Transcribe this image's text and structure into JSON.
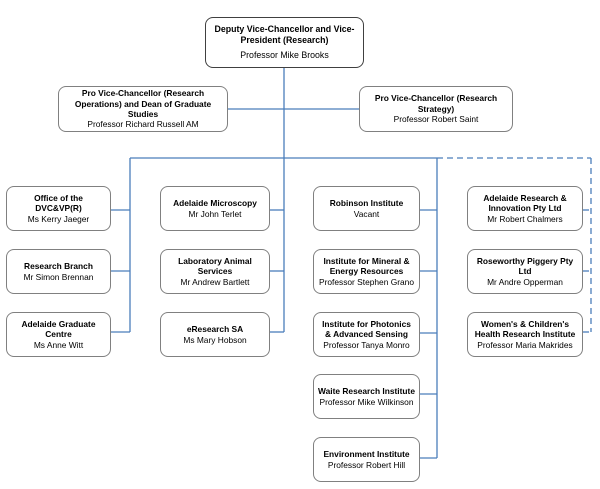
{
  "top": {
    "title": "Deputy Vice-Chancellor and Vice-President (Research)",
    "name": "Professor Mike Brooks"
  },
  "pvc_left": {
    "title": "Pro Vice-Chancellor (Research Operations) and Dean of Graduate Studies",
    "name": "Professor Richard Russell AM"
  },
  "pvc_right": {
    "title": "Pro Vice-Chancellor (Research Strategy)",
    "name": "Professor Robert Saint"
  },
  "col1": [
    {
      "title": "Office of the DVC&VP(R)",
      "name": "Ms Kerry Jaeger"
    },
    {
      "title": "Research Branch",
      "name": "Mr Simon Brennan"
    },
    {
      "title": "Adelaide Graduate Centre",
      "name": "Ms Anne Witt"
    }
  ],
  "col2": [
    {
      "title": "Adelaide Microscopy",
      "name": "Mr John Terlet"
    },
    {
      "title": "Laboratory Animal Services",
      "name": "Mr Andrew Bartlett"
    },
    {
      "title": "eResearch SA",
      "name": "Ms Mary Hobson"
    }
  ],
  "col3": [
    {
      "title": "Robinson Institute",
      "name": "Vacant"
    },
    {
      "title": "Institute for Mineral & Energy Resources",
      "name": "Professor Stephen Grano"
    },
    {
      "title": "Institute for Photonics & Advanced Sensing",
      "name": "Professor Tanya Monro"
    },
    {
      "title": "Waite Research Institute",
      "name": "Professor Mike Wilkinson"
    },
    {
      "title": "Environment Institute",
      "name": "Professor Robert Hill"
    }
  ],
  "col4": [
    {
      "title": "Adelaide Research & Innovation Pty Ltd",
      "name": "Mr Robert Chalmers"
    },
    {
      "title": "Roseworthy Piggery Pty Ltd",
      "name": "Mr Andre Opperman"
    },
    {
      "title": "Women's & Children's Health Research Institute",
      "name": "Professor Maria Makrides"
    }
  ],
  "colors": {
    "connector": "#4a7ebb",
    "border": "#808080"
  }
}
